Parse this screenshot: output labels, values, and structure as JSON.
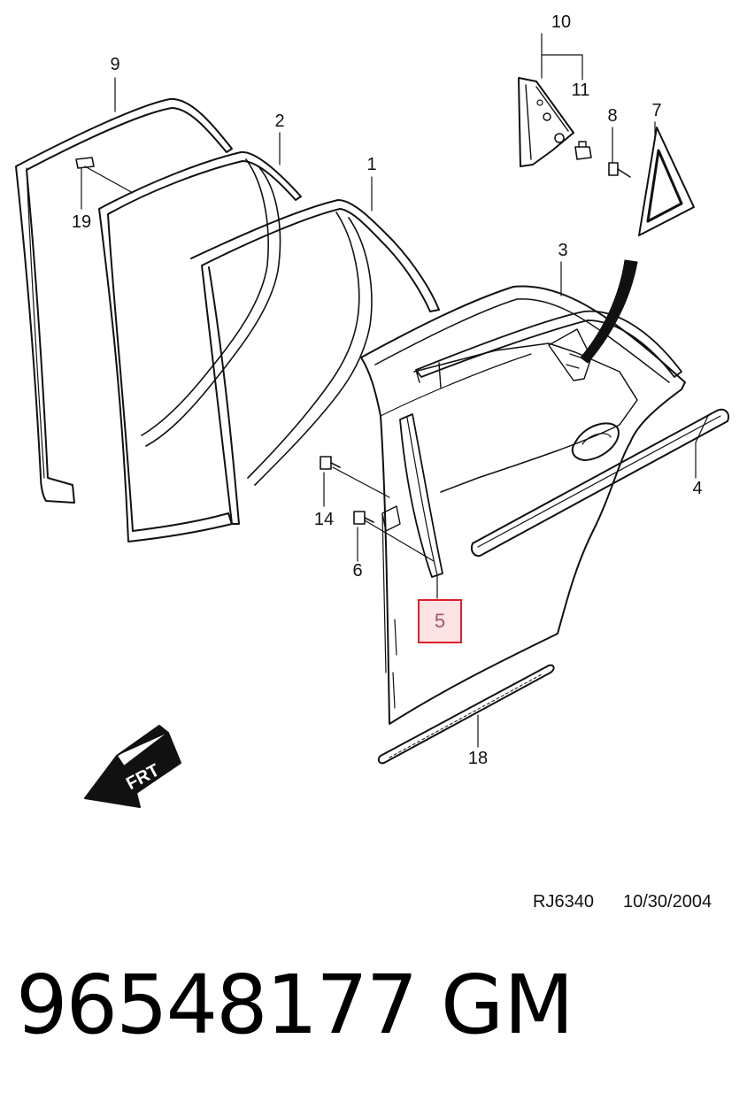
{
  "callouts": {
    "c1": "1",
    "c2": "2",
    "c3": "3",
    "c4": "4",
    "c5": "5",
    "c6": "6",
    "c7": "7",
    "c8": "8",
    "c9": "9",
    "c10": "10",
    "c11": "11",
    "c14": "14",
    "c18": "18",
    "c19": "19"
  },
  "direction_label": "FRT",
  "reference": {
    "code": "RJ6340",
    "date": "10/30/2004"
  },
  "part_number": "96548177",
  "brand": "GM",
  "highlight_color": "#e0202a"
}
